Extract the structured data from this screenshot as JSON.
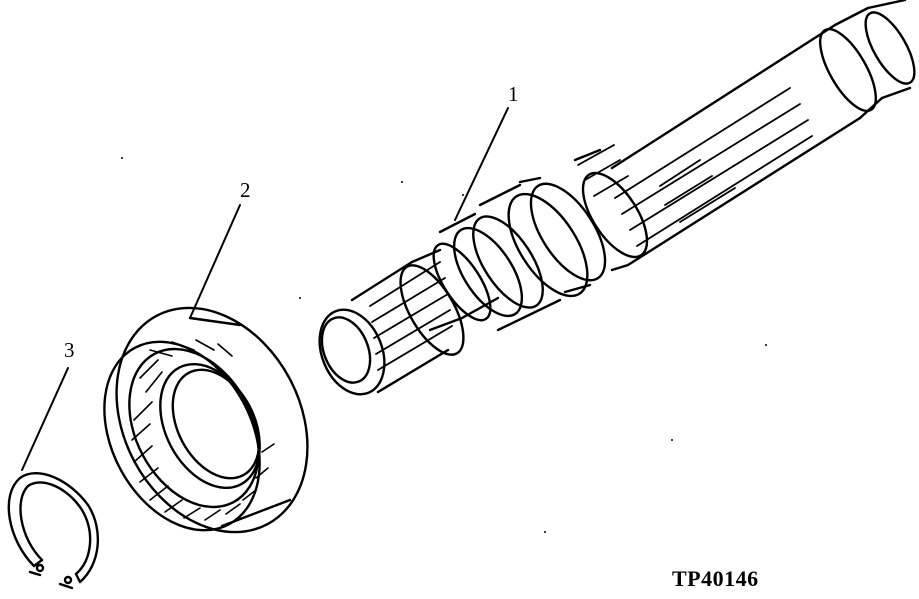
{
  "callouts": [
    {
      "id": "shaft",
      "label": "1"
    },
    {
      "id": "bearing",
      "label": "2"
    },
    {
      "id": "snap-ring",
      "label": "3"
    }
  ],
  "figure_code": "TP40146"
}
